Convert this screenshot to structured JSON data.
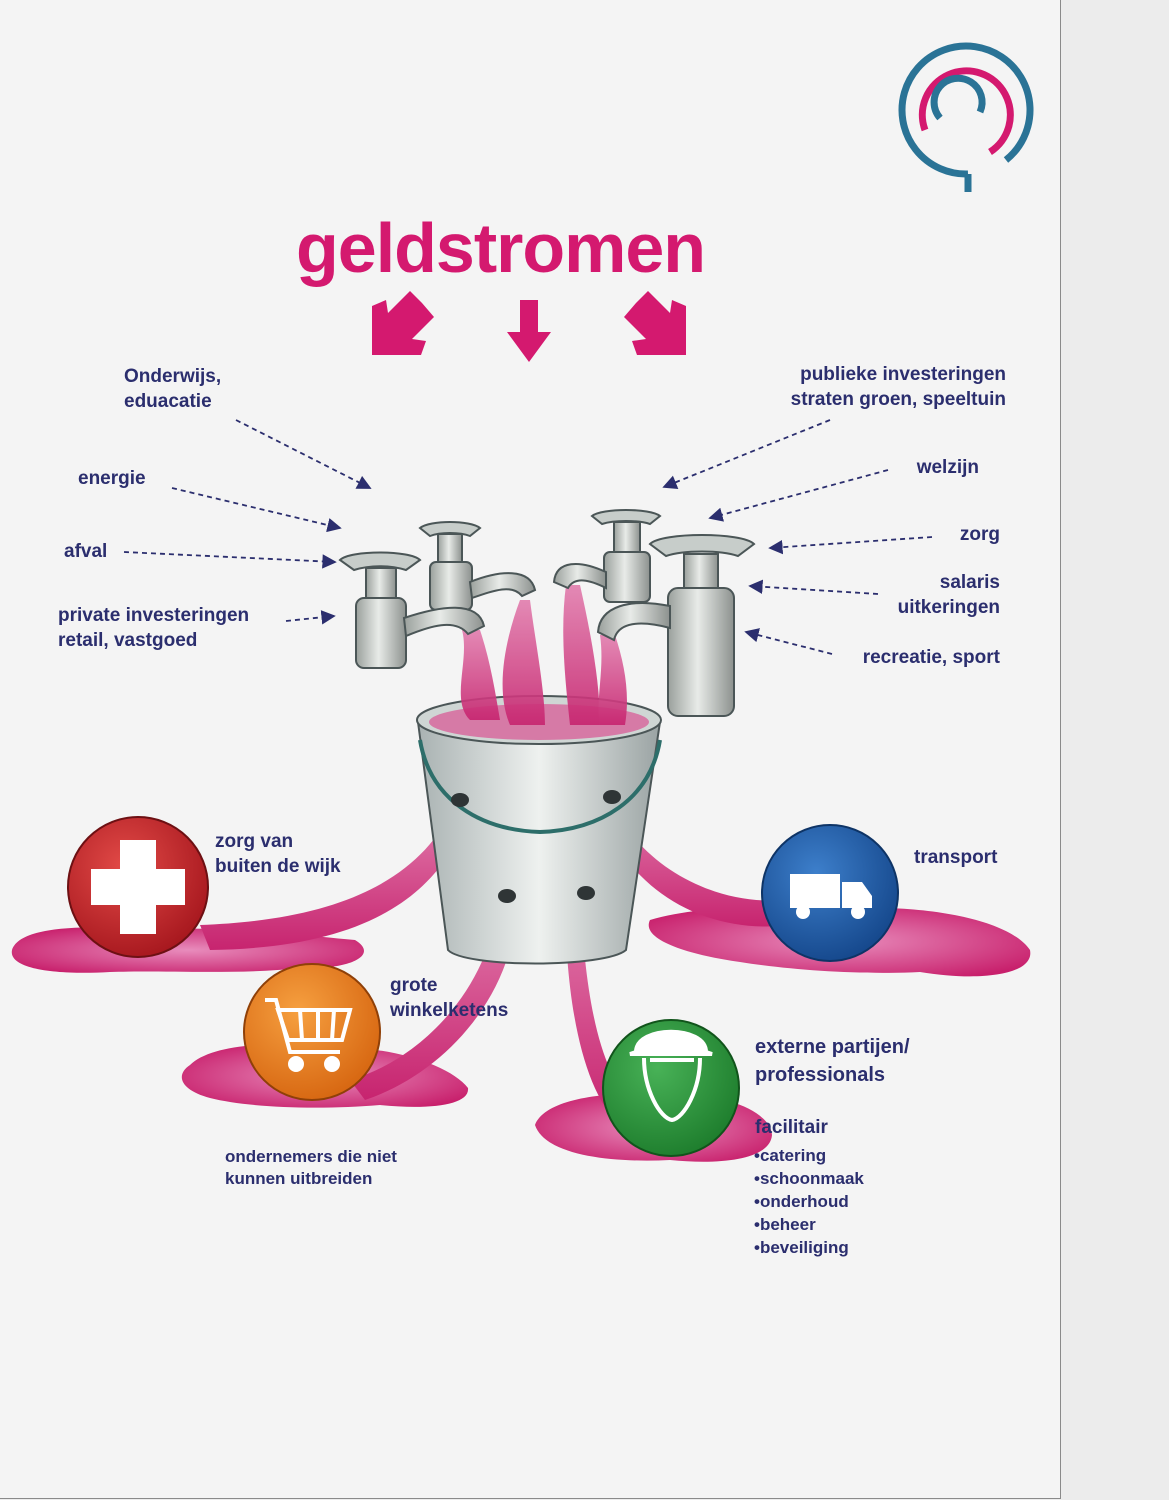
{
  "title": "geldstromen",
  "inflows_left": [
    {
      "lines": [
        "Onderwijs,",
        "eduacatie"
      ]
    },
    {
      "lines": [
        "energie"
      ]
    },
    {
      "lines": [
        "afval"
      ]
    },
    {
      "lines": [
        "private investeringen",
        "retail, vastgoed"
      ]
    }
  ],
  "inflows_right": [
    {
      "lines": [
        "publieke investeringen",
        "straten groen, speeltuin"
      ]
    },
    {
      "lines": [
        "welzijn"
      ]
    },
    {
      "lines": [
        "zorg"
      ]
    },
    {
      "lines": [
        "salaris",
        "uitkeringen"
      ]
    },
    {
      "lines": [
        "recreatie, sport"
      ]
    }
  ],
  "outflows": {
    "health": {
      "lines": [
        "zorg van",
        "buiten de wijk"
      ],
      "icon": "red-cross-icon",
      "color": "#c4272c"
    },
    "transport": {
      "lines": [
        "transport"
      ],
      "icon": "truck-icon",
      "color": "#1f5aa6"
    },
    "retail": {
      "lines": [
        "grote",
        "winkelketens"
      ],
      "icon": "shopping-cart-icon",
      "color": "#ec7a1c"
    },
    "retail_note": {
      "lines": [
        "ondernemers die niet",
        "kunnen uitbreiden"
      ]
    },
    "external": {
      "lines": [
        "externe partijen/",
        "professionals"
      ],
      "icon": "helmet-worker-icon",
      "color": "#2c9a3b"
    },
    "facilitair": {
      "heading": "facilitair",
      "items": [
        "catering",
        "schoonmaak",
        "onderhoud",
        "beheer",
        "beveiliging"
      ]
    }
  },
  "colors": {
    "accent_magenta": "#d4196f",
    "label_navy": "#2b2e6e",
    "logo_teal": "#2a7396"
  }
}
